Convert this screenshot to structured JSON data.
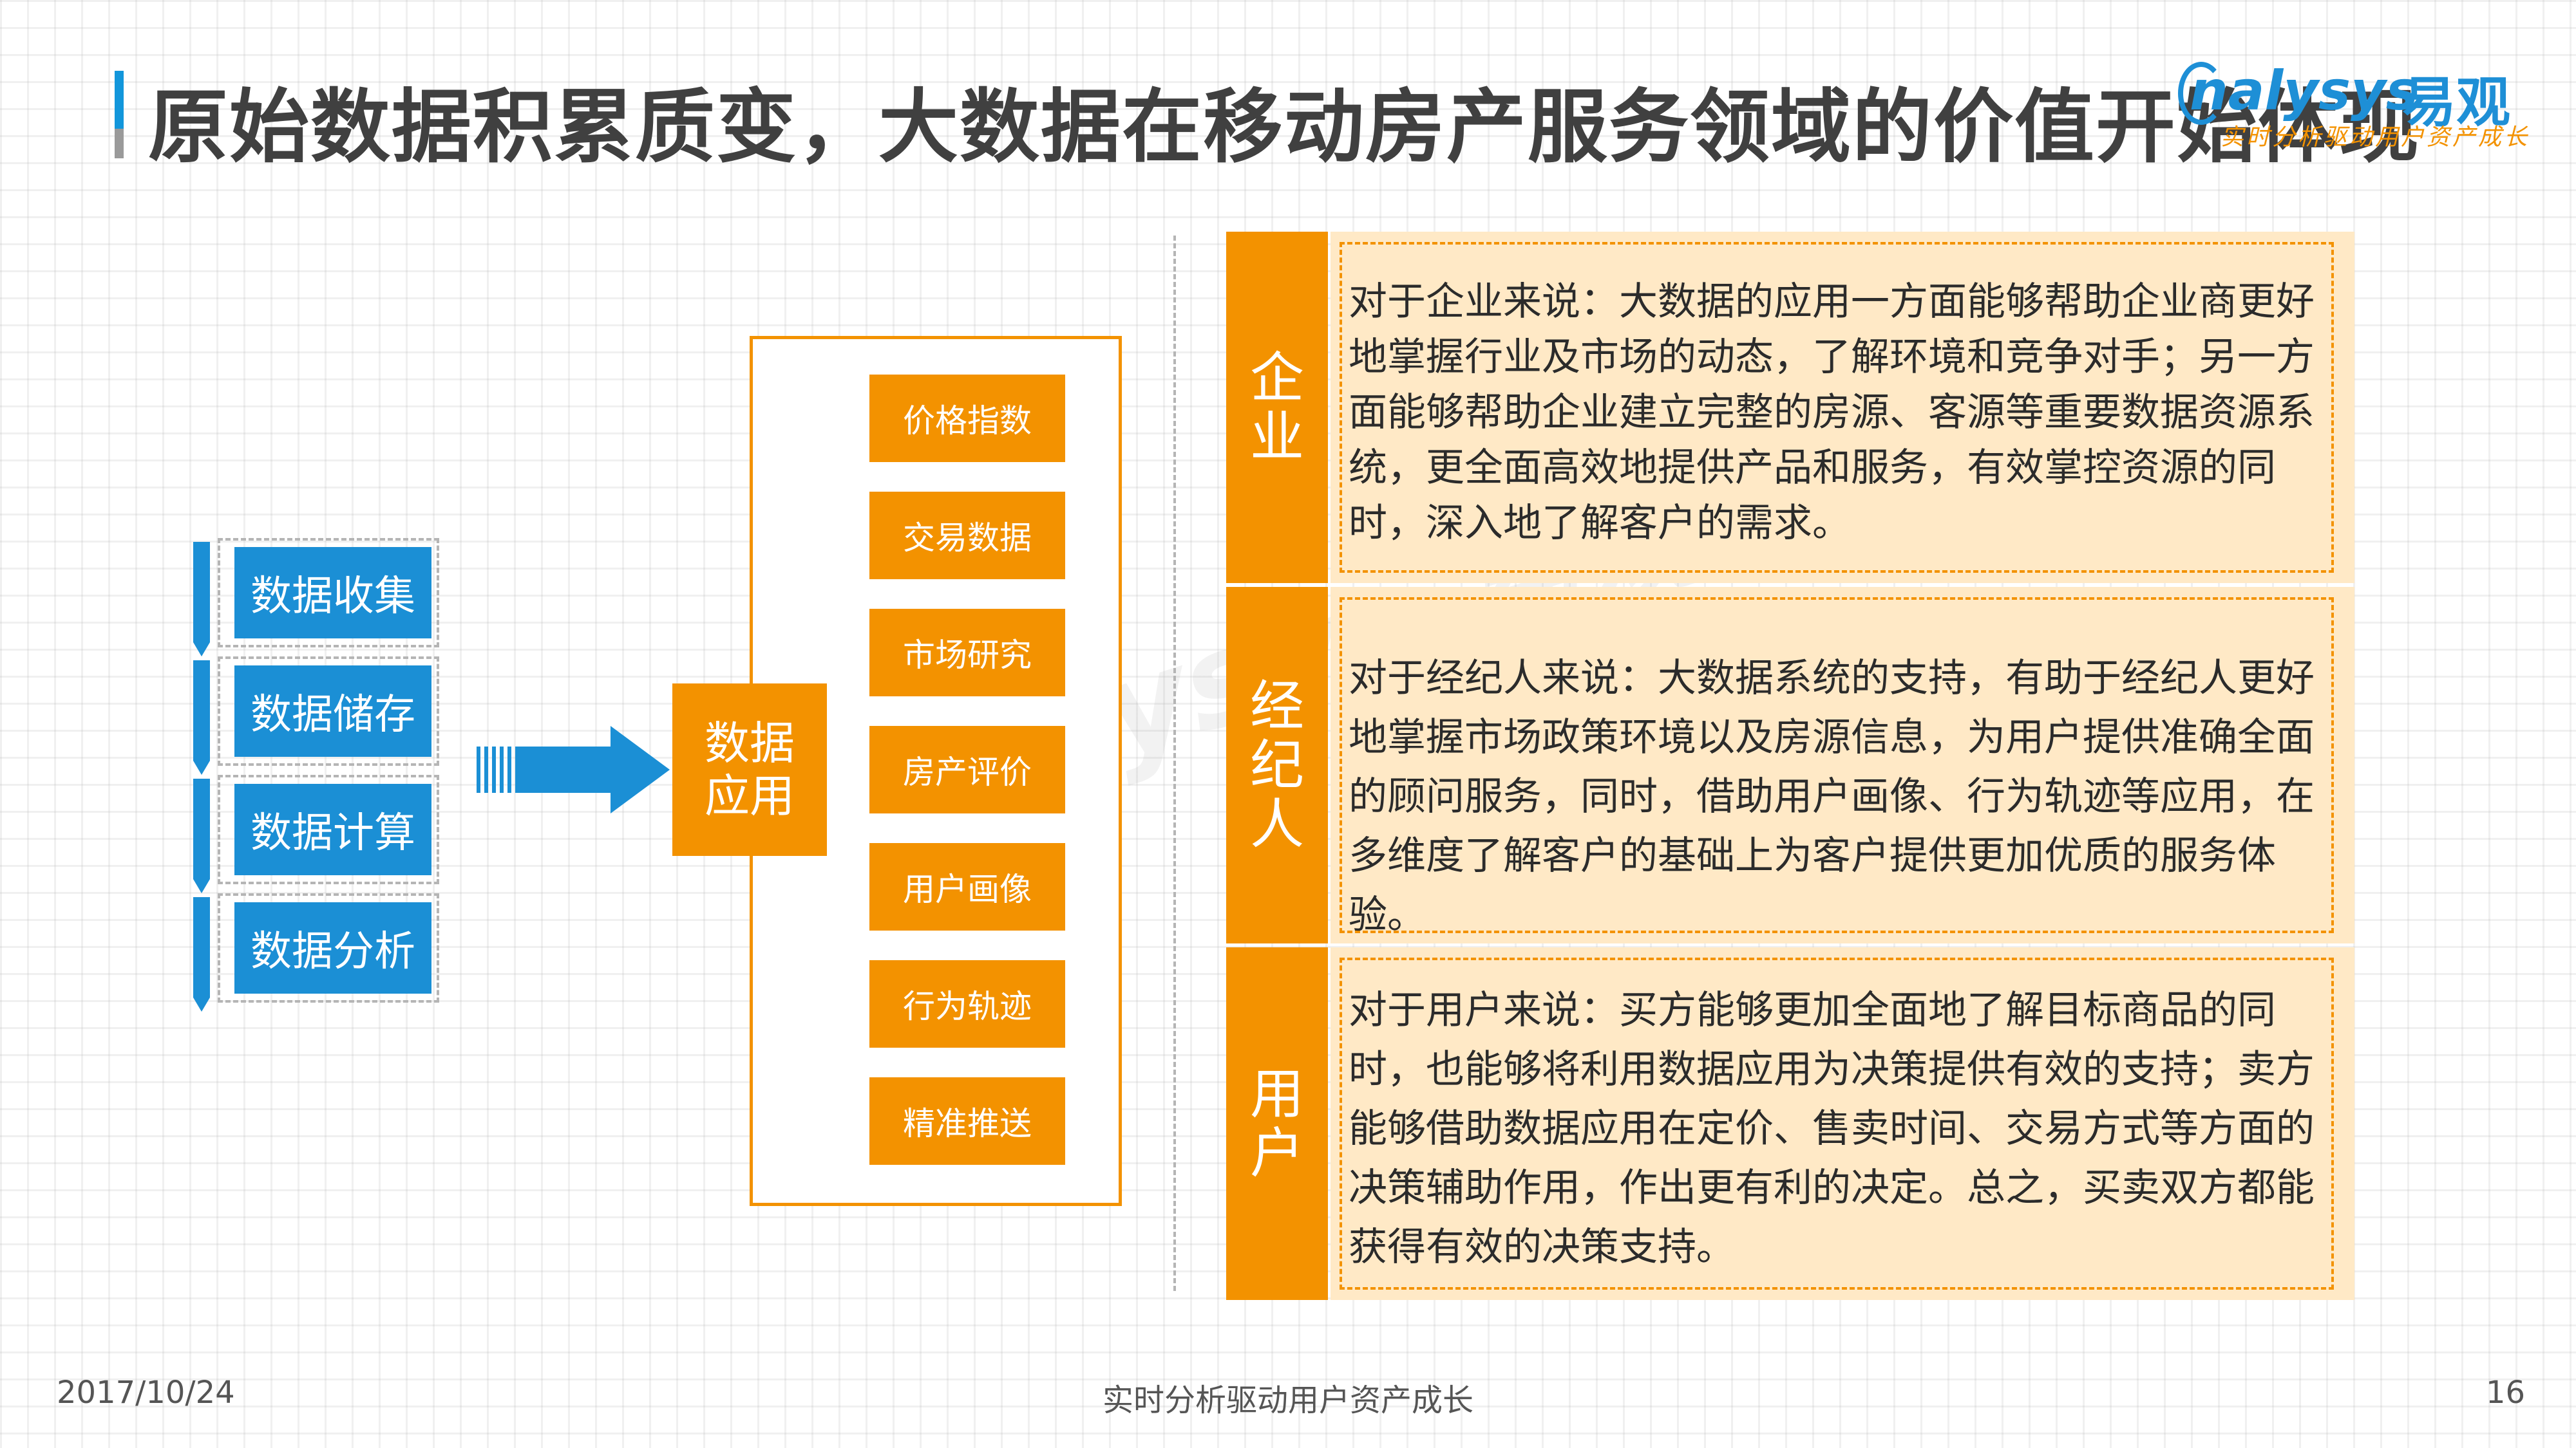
{
  "title": "原始数据积累质变，大数据在移动房产服务领域的价值开始体现",
  "logo": {
    "brand_en": "nalysys",
    "brand_cn": "易观",
    "tagline": "实时分析驱动用户资产成长",
    "accent_blue": "#1e8fd6",
    "accent_orange": "#f39200"
  },
  "left_stack": [
    {
      "label": "数据收集"
    },
    {
      "label": "数据储存"
    },
    {
      "label": "数据计算"
    },
    {
      "label": "数据分析"
    }
  ],
  "center_label": "数据\n应用",
  "applications": [
    {
      "label": "价格指数"
    },
    {
      "label": "交易数据"
    },
    {
      "label": "市场研究"
    },
    {
      "label": "房产评价"
    },
    {
      "label": "用户画像"
    },
    {
      "label": "行为轨迹"
    },
    {
      "label": "精准推送"
    }
  ],
  "panels": [
    {
      "label": "企\n业",
      "text": "对于企业来说：大数据的应用一方面能够帮助企业商更好地掌握行业及市场的动态，了解环境和竞争对手；另一方面能够帮助企业建立完整的房源、客源等重要数据资源系统，更全面高效地提供产品和服务，有效掌控资源的同时，深入地了解客户的需求。"
    },
    {
      "label": "经\n纪\n人",
      "text": " 对于经纪人来说：大数据系统的支持，有助于经纪人更好地掌握市场政策环境以及房源信息，为用户提供准确全面的顾问服务，同时，借助用户画像、行为轨迹等应用，在多维度了解客户的基础上为客户提供更加优质的服务体验。"
    },
    {
      "label": "用\n户",
      "text": " 对于用户来说：买方能够更加全面地了解目标商品的同时，也能够将利用数据应用为决策提供有效的支持；卖方能够借助数据应用在定价、售卖时间、交易方式等方面的决策辅助作用，作出更有利的决定。总之，买卖双方都能获得有效的决策支持。"
    }
  ],
  "footer": {
    "date": "2017/10/24",
    "slogan": "实时分析驱动用户资产成长",
    "page": "16"
  }
}
